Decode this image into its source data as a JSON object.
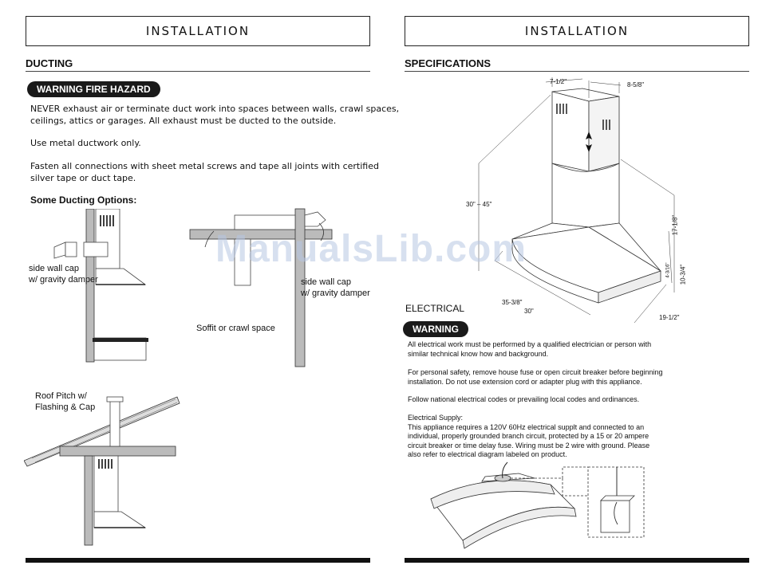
{
  "left": {
    "header": "INSTALLATION",
    "section": "DUCTING",
    "warning_pill": "WARNING FIRE HAZARD",
    "para1_line1": "NEVER exhaust air or terminate duct work into spaces between walls, crawl spaces,",
    "para1_line2": "ceilings, attics or garages.  All exhaust must be ducted to the outside.",
    "para2": "Use metal ductwork only.",
    "para3_line1": "Fasten all connections with sheet metal screws and tape all joints with certified",
    "para3_line2": "silver tape or duct tape.",
    "options_title": "Some Ducting Options:",
    "label_sidewall1_line1": "side wall cap",
    "label_sidewall1_line2": "w/ gravity damper",
    "label_sidewall2_line1": "side wall cap",
    "label_sidewall2_line2": "w/ gravity damper",
    "label_soffit": "Soffit or crawl space",
    "label_roof_line1": "Roof Pitch w/",
    "label_roof_line2": "Flashing & Cap"
  },
  "right": {
    "header": "INSTALLATION",
    "section": "SPECIFICATIONS",
    "dims": {
      "top_width": "7-1/2\"",
      "top_depth": "8-5/8\"",
      "height_range": "30\" – 45\"",
      "chimney_height": "17-1/8\"",
      "canopy_height": "10-3/4\"",
      "small_dim": "4-3/16\"",
      "width": "35-3/8\"",
      "width_alt": "30\"",
      "depth": "19-1/2\""
    },
    "electrical_title": "ELECTRICAL",
    "warning_pill": "WARNING",
    "e1_line1": "All electrical work must be performed by a qualified electrician or person with",
    "e1_line2": "similar technical know how and background.",
    "e2_line1": "For personal safety, remove house fuse or open circuit  breaker before beginning",
    "e2_line2": "installation. Do not use extension cord or adapter plug with this appliance.",
    "e3": "Follow national electrical codes or prevailing local codes and ordinances.",
    "supply_title": "Electrical Supply:",
    "supply_line1": "This appliance requires a 120V 60Hz electrical supplt and connected to an",
    "supply_line2": "individual, properly grounded branch circuit, protected by a 15 or 20 ampere",
    "supply_line3": "circuit breaker or time delay fuse.  Wiring must be 2 wire with ground.  Please",
    "supply_line4": "also refer to electrical diagram labeled on product."
  },
  "watermark": "ManualsLib.com"
}
